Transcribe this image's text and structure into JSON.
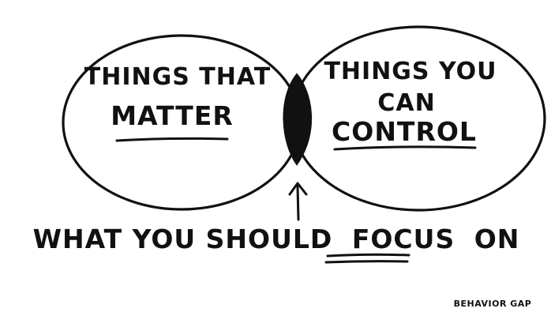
{
  "left_circle": {
    "line1": "THINGS THAT",
    "line2": "MATTER"
  },
  "right_circle": {
    "line1": "THINGS YOU",
    "line2": "CAN",
    "line3": "CONTROL"
  },
  "caption": {
    "prefix": "WHAT YOU SHOULD",
    "focus": "FOCUS",
    "suffix": "ON"
  },
  "credit": "BEHAVIOR GAP",
  "colors": {
    "ink": "#111111",
    "background": "#ffffff"
  }
}
